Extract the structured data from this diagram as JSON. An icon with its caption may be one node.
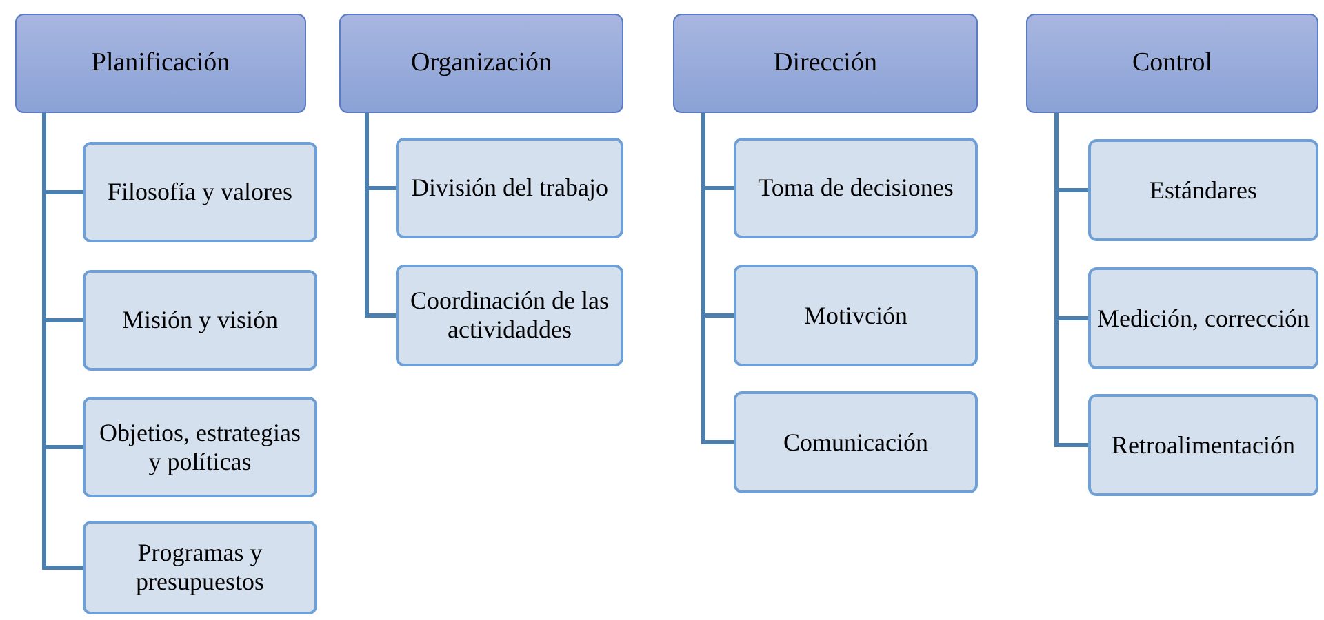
{
  "diagram": {
    "nodes": [
      {
        "text": [
          "Planificación"
        ]
      },
      {
        "text": [
          "Filosofía y valores"
        ]
      },
      {
        "text": [
          "Misión y visión"
        ]
      },
      {
        "text": [
          "Objetios, estrategias y políticas"
        ]
      },
      {
        "text": [
          "Programas y presupuestos"
        ]
      },
      {
        "text": [
          "Organización"
        ]
      },
      {
        "text": [
          "División del trabajo"
        ]
      },
      {
        "text": [
          "Coordinación de las actividaddes"
        ]
      },
      {
        "text": [
          "Dirección"
        ]
      },
      {
        "text": [
          "Toma de decisiones"
        ]
      },
      {
        "text": [
          "Motivción"
        ]
      },
      {
        "text": [
          "Comunicación"
        ]
      },
      {
        "text": [
          "Control"
        ]
      },
      {
        "text": [
          "Estándares"
        ]
      },
      {
        "text": [
          "Medición, corrección"
        ]
      },
      {
        "text": [
          "Retroalimentación"
        ]
      }
    ],
    "edges": [
      {
        "from": 0,
        "to": 1,
        "arrow": "none"
      },
      {
        "from": 0,
        "to": 2,
        "arrow": "none"
      },
      {
        "from": 0,
        "to": 3,
        "arrow": "none"
      },
      {
        "from": 0,
        "to": 4,
        "arrow": "none"
      },
      {
        "from": 5,
        "to": 6,
        "arrow": "none"
      },
      {
        "from": 5,
        "to": 7,
        "arrow": "none"
      },
      {
        "from": 8,
        "to": 9,
        "arrow": "none"
      },
      {
        "from": 8,
        "to": 10,
        "arrow": "none"
      },
      {
        "from": 8,
        "to": 11,
        "arrow": "none"
      },
      {
        "from": 12,
        "to": 13,
        "arrow": "none"
      },
      {
        "from": 12,
        "to": 14,
        "arrow": "none"
      },
      {
        "from": 12,
        "to": 15,
        "arrow": "none"
      }
    ]
  }
}
